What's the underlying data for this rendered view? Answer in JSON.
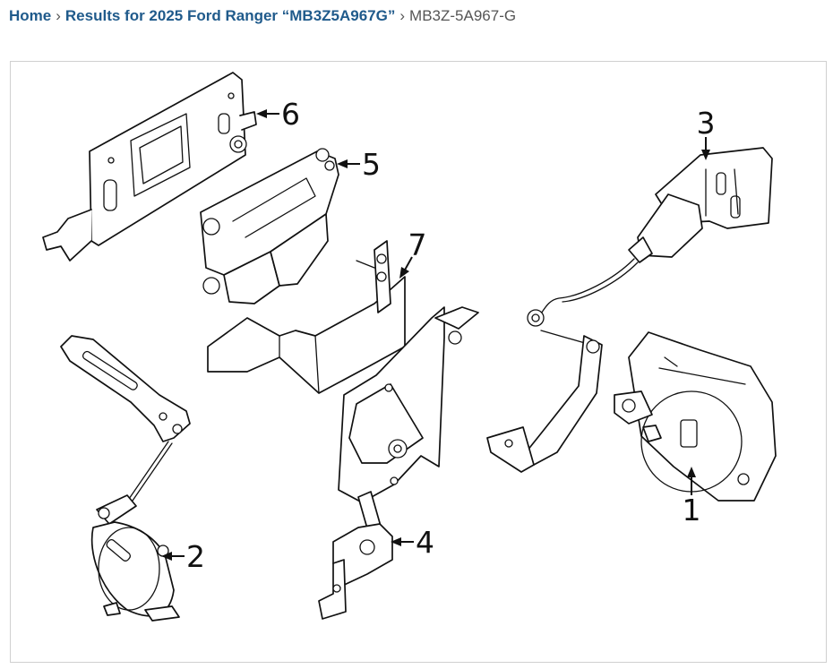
{
  "breadcrumb": {
    "home": "Home",
    "results": "Results for 2025 Ford Ranger “MB3Z5A967G”",
    "current": "MB3Z-5A967-G",
    "separator": "›"
  },
  "diagram": {
    "callouts": [
      "1",
      "2",
      "3",
      "4",
      "5",
      "6",
      "7"
    ]
  }
}
